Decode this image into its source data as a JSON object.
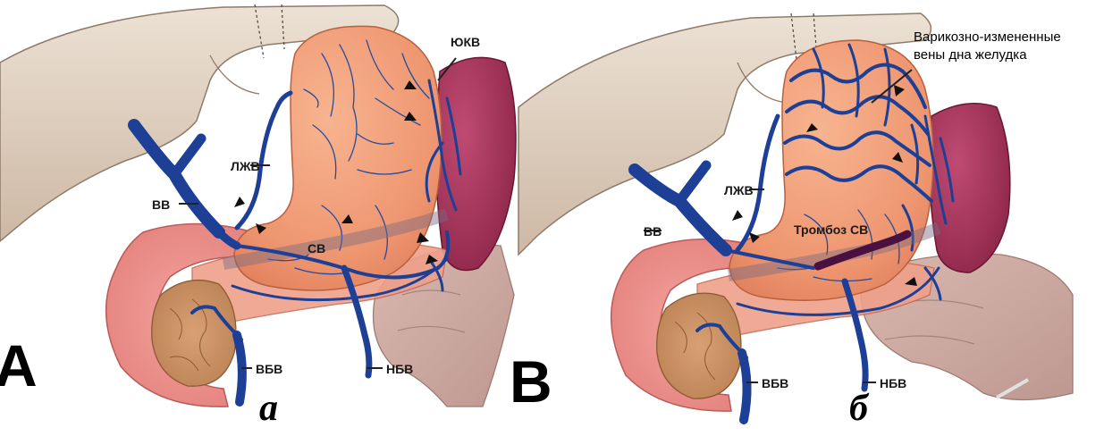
{
  "panels": [
    {
      "letter": "A",
      "caption": "а",
      "labels": {
        "yukv": "ЮКВ",
        "lzhv": "ЛЖВ",
        "vv": "ВВ",
        "sv": "СВ",
        "vbv": "ВБВ",
        "nbv": "НБВ"
      }
    },
    {
      "letter": "B",
      "caption": "б",
      "labels": {
        "annotation_line1": "Варикозно-измененные",
        "annotation_line2": "вены дна желудка",
        "lzhv": "ЛЖВ",
        "vv": "ВВ",
        "tromboz": "Тромбоз СВ",
        "vbv": "ВБВ",
        "nbv": "НБВ"
      }
    }
  ],
  "colors": {
    "liver": "#d9c9b8",
    "stomach": "#f0a07a",
    "spleen": "#a8335a",
    "pancreas": "#e98a86",
    "vein": "#1d3f95",
    "thrombus": "#4a1040"
  }
}
